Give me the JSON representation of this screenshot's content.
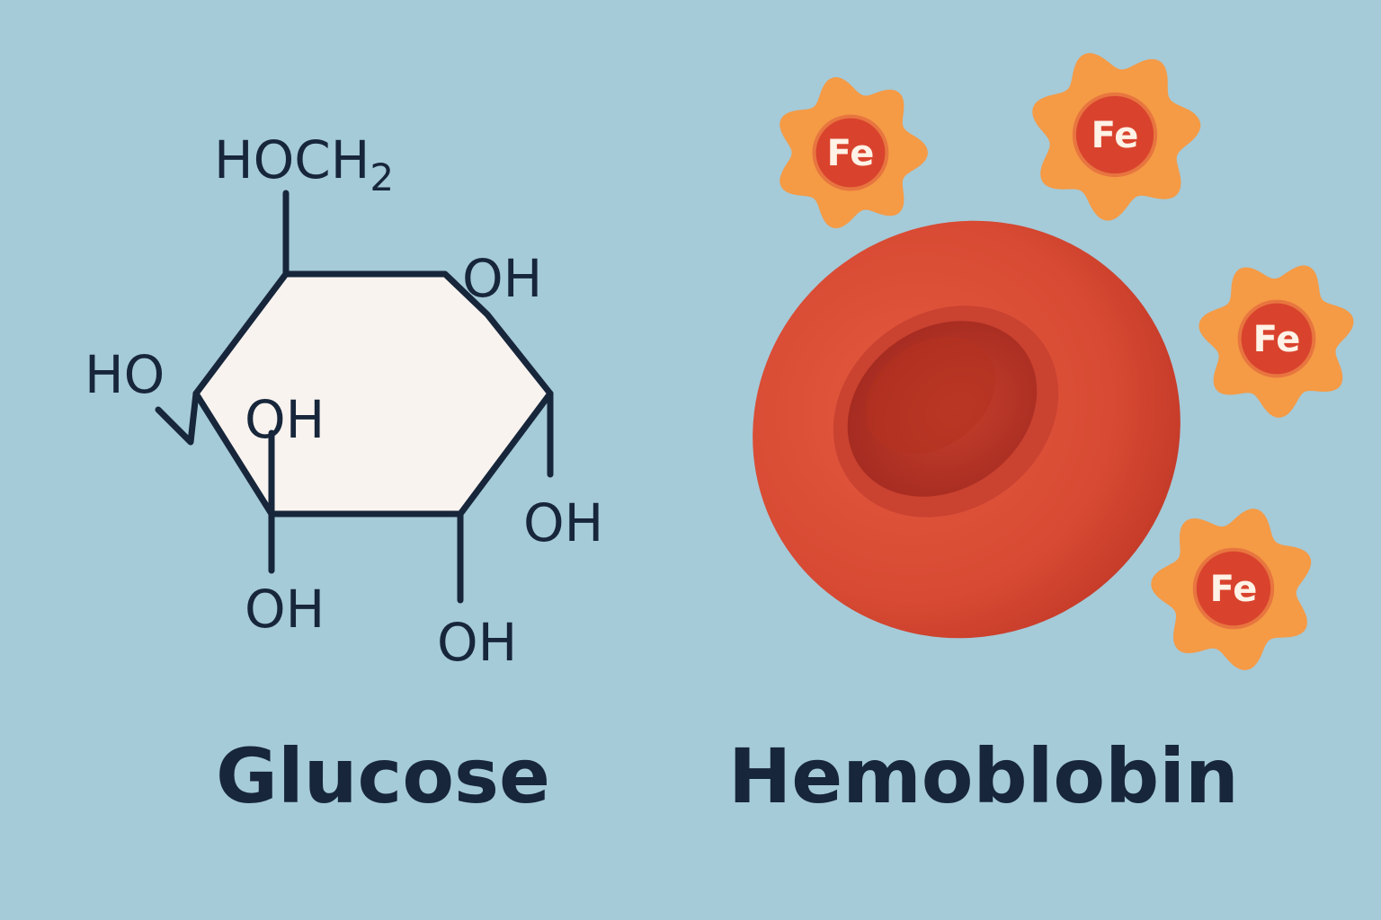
{
  "colors": {
    "background": "#a5cad8",
    "ink": "#17263a",
    "ring_fill": "#f8f3ef",
    "cell_red": "#d84a33",
    "cell_dark": "#a92d22",
    "iron_orange": "#f59a45",
    "iron_core": "#d9432d",
    "iron_text": "#fff2e6"
  },
  "glucose": {
    "name": "Glucose",
    "top_group": "HOCH",
    "top_group_subscript": "2",
    "hydroxyl_labels": {
      "top_right": "OH",
      "left": "HO",
      "inner": "OH",
      "right": "OH",
      "bottom_left": "OH",
      "bottom_right": "OH"
    }
  },
  "hemoglobin": {
    "name": "Hemoblobin",
    "iron_atoms": [
      {
        "symbol": "Fe"
      },
      {
        "symbol": "Fe"
      },
      {
        "symbol": "Fe"
      },
      {
        "symbol": "Fe"
      }
    ]
  }
}
